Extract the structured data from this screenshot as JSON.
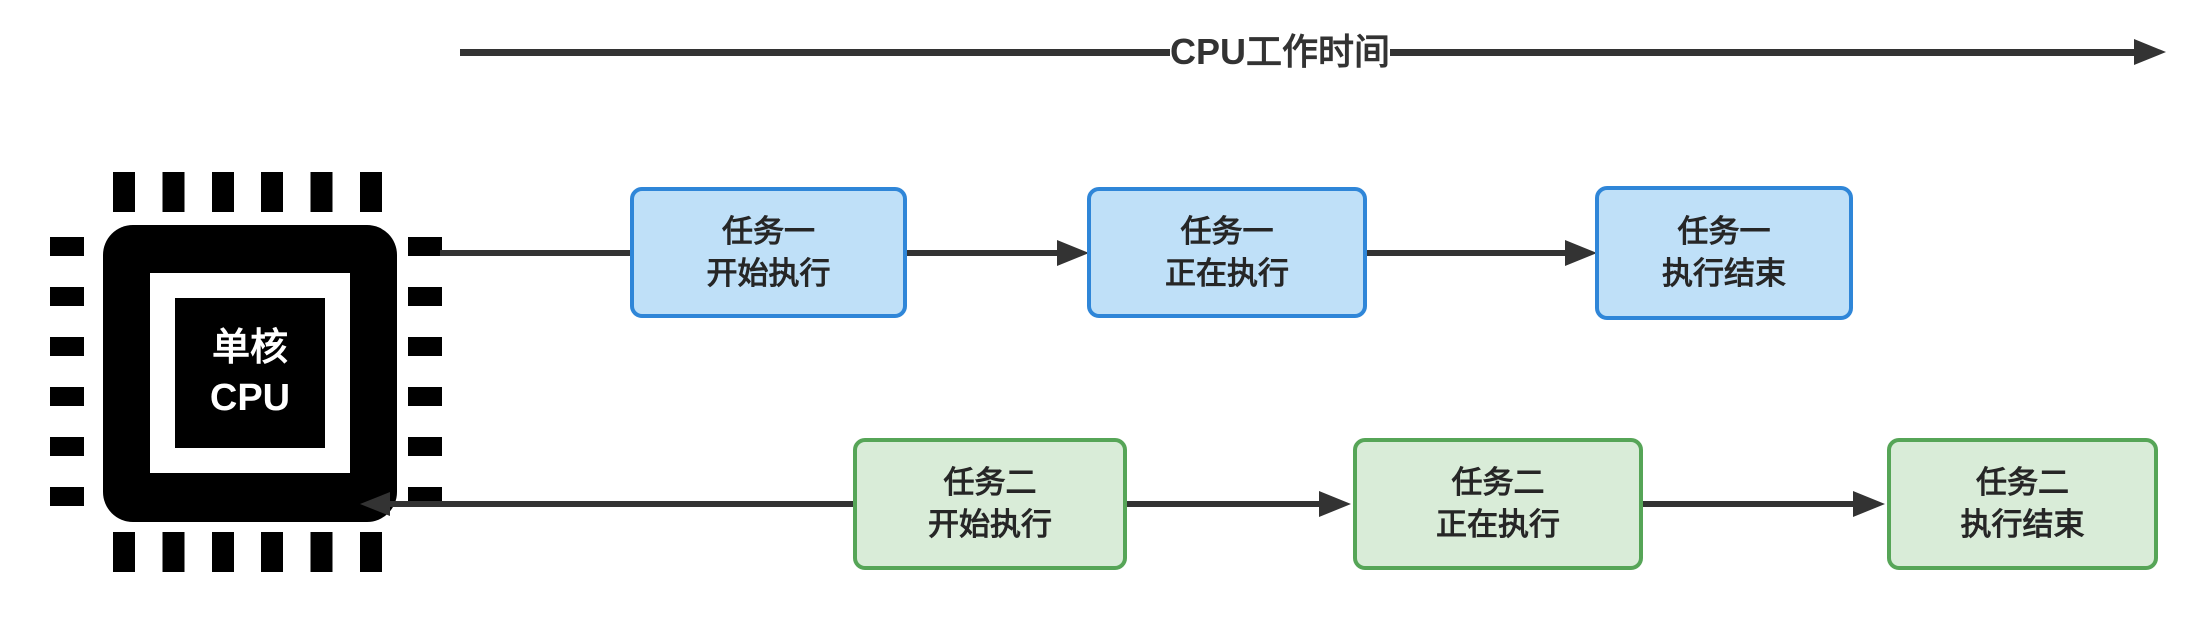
{
  "timeline": {
    "label": "CPU工作时间"
  },
  "cpu": {
    "label": "单核\nCPU"
  },
  "task1": {
    "boxes": [
      {
        "label": "任务一\n开始执行"
      },
      {
        "label": "任务一\n正在执行"
      },
      {
        "label": "任务一\n执行结束"
      }
    ]
  },
  "task2": {
    "boxes": [
      {
        "label": "任务二\n开始执行"
      },
      {
        "label": "任务二\n正在执行"
      },
      {
        "label": "任务二\n执行结束"
      }
    ]
  },
  "colors": {
    "connector": "#333333",
    "task1_fill": "#BFE0F8",
    "task1_border": "#2F86D8",
    "task2_fill": "#D9ECD8",
    "task2_border": "#56A557",
    "chip": "#000000",
    "chip_text": "#FFFFFF",
    "box_text": "#262626"
  }
}
